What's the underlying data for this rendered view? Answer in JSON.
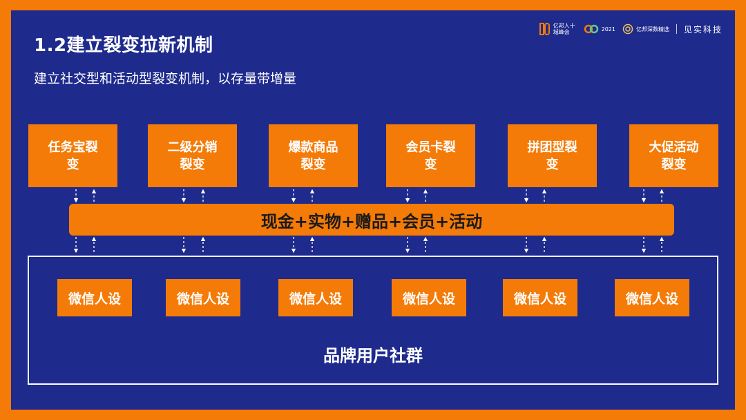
{
  "title": "1.2建立裂变拉新机制",
  "subtitle": "建立社交型和活动型裂变机制，以存量带增量",
  "logos": {
    "logo1_text": "亿邦人十城峰会",
    "logo2_text": "2021",
    "logo3_text": "亿邦深数精选",
    "brand": "见实科技"
  },
  "colors": {
    "background": "#1e2a8c",
    "accent": "#f47b08",
    "border": "#ffffff",
    "arrow": "#ffffff"
  },
  "fission_types": [
    {
      "label": "任务宝裂变"
    },
    {
      "label": "二级分销裂变"
    },
    {
      "label": "爆款商品裂变"
    },
    {
      "label": "会员卡裂变"
    },
    {
      "label": "拼团型裂变"
    },
    {
      "label": "大促活动裂变"
    }
  ],
  "reward_bar": {
    "label": "现金+实物+赠品+会员+活动"
  },
  "personas": [
    {
      "label": "微信人设"
    },
    {
      "label": "微信人设"
    },
    {
      "label": "微信人设"
    },
    {
      "label": "微信人设"
    },
    {
      "label": "微信人设"
    },
    {
      "label": "微信人设"
    }
  ],
  "community": {
    "label": "品牌用户社群"
  }
}
